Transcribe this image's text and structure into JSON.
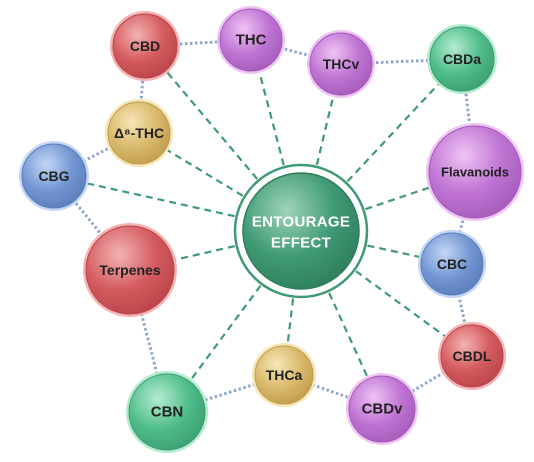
{
  "center": {
    "line1": "ENTOURAGE",
    "line2": "EFFECT",
    "color": "#3f9a73"
  },
  "nodes": [
    {
      "id": "cbd",
      "label": "CBD",
      "color": "red"
    },
    {
      "id": "thc",
      "label": "THC",
      "color": "purple"
    },
    {
      "id": "thcv",
      "label": "THCv",
      "color": "purple"
    },
    {
      "id": "cbda",
      "label": "CBDa",
      "color": "green"
    },
    {
      "id": "delta8",
      "label": "Δ⁸-THC",
      "color": "gold"
    },
    {
      "id": "cbg",
      "label": "CBG",
      "color": "blue"
    },
    {
      "id": "flavanoids",
      "label": "Flavanoids",
      "color": "purple"
    },
    {
      "id": "terpenes",
      "label": "Terpenes",
      "color": "red"
    },
    {
      "id": "cbc",
      "label": "CBC",
      "color": "blue"
    },
    {
      "id": "cbdl",
      "label": "CBDL",
      "color": "red"
    },
    {
      "id": "thca",
      "label": "THCa",
      "color": "gold"
    },
    {
      "id": "cbn",
      "label": "CBN",
      "color": "green"
    },
    {
      "id": "cbdv",
      "label": "CBDv",
      "color": "purple"
    }
  ],
  "ring_links": [
    [
      "cbd",
      "thc"
    ],
    [
      "thc",
      "thcv"
    ],
    [
      "thcv",
      "cbda"
    ],
    [
      "cbd",
      "delta8"
    ],
    [
      "cbg",
      "terpenes"
    ],
    [
      "delta8",
      "cbg"
    ],
    [
      "terpenes",
      "cbn"
    ],
    [
      "cbn",
      "thca"
    ],
    [
      "thca",
      "cbdv"
    ],
    [
      "cbdv",
      "cbdl"
    ],
    [
      "cbdl",
      "cbc"
    ],
    [
      "cbda",
      "flavanoids"
    ],
    [
      "flavanoids",
      "cbc"
    ]
  ],
  "palette": {
    "red": [
      "#f3b3b3",
      "#d45b5f",
      "#b84449"
    ],
    "purple": [
      "#efc3f4",
      "#bf74d3",
      "#a35ab8"
    ],
    "green": [
      "#b5ebcf",
      "#4fbd8a",
      "#3b9d70"
    ],
    "gold": [
      "#f7e6b7",
      "#d9b96c",
      "#bf9c4d"
    ],
    "blue": [
      "#c4d6f6",
      "#7396d3",
      "#5a7cba"
    ],
    "center": [
      "#9fd4b8",
      "#3f9a73",
      "#2f7d5b"
    ]
  }
}
